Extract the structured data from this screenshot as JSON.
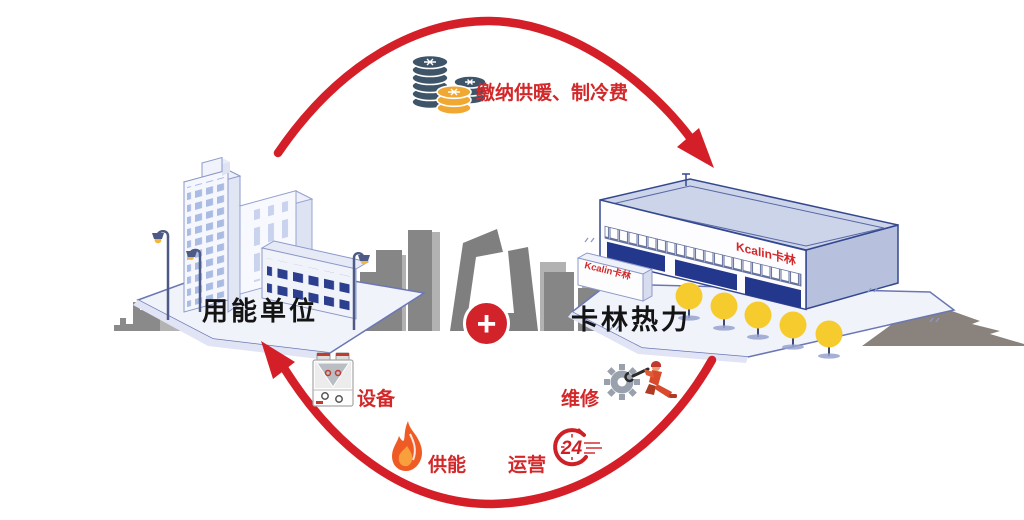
{
  "diagram": {
    "center_plus": "+",
    "entities": {
      "left": {
        "label": "用能单位"
      },
      "right": {
        "label": "卡林热力",
        "building_logo": "Kcalin卡林",
        "sign_logo": "Kcalin卡林"
      }
    },
    "flow_top": {
      "label": "缴纳供暖、制冷费",
      "icon": "coins"
    },
    "flow_bottom": {
      "equipment": {
        "label": "设备",
        "icon": "hvac-unit"
      },
      "energy_supply": {
        "label": "供能",
        "icon": "flame"
      },
      "maintenance": {
        "label": "维修",
        "icon": "gear-worker"
      },
      "operation": {
        "label": "运营",
        "icon": "clock-24",
        "badge": "24"
      }
    },
    "colors": {
      "arrow_red": "#d41f28",
      "text_red": "#d3282a",
      "text_black": "#141414",
      "coin_dark": "#3e5468",
      "coin_gold": "#f0a832",
      "navy_panel": "#23388c",
      "tree_yellow": "#f6cb2e",
      "building_light": "#f1f3fb",
      "skyline_grey": "#8a8a8a"
    }
  }
}
